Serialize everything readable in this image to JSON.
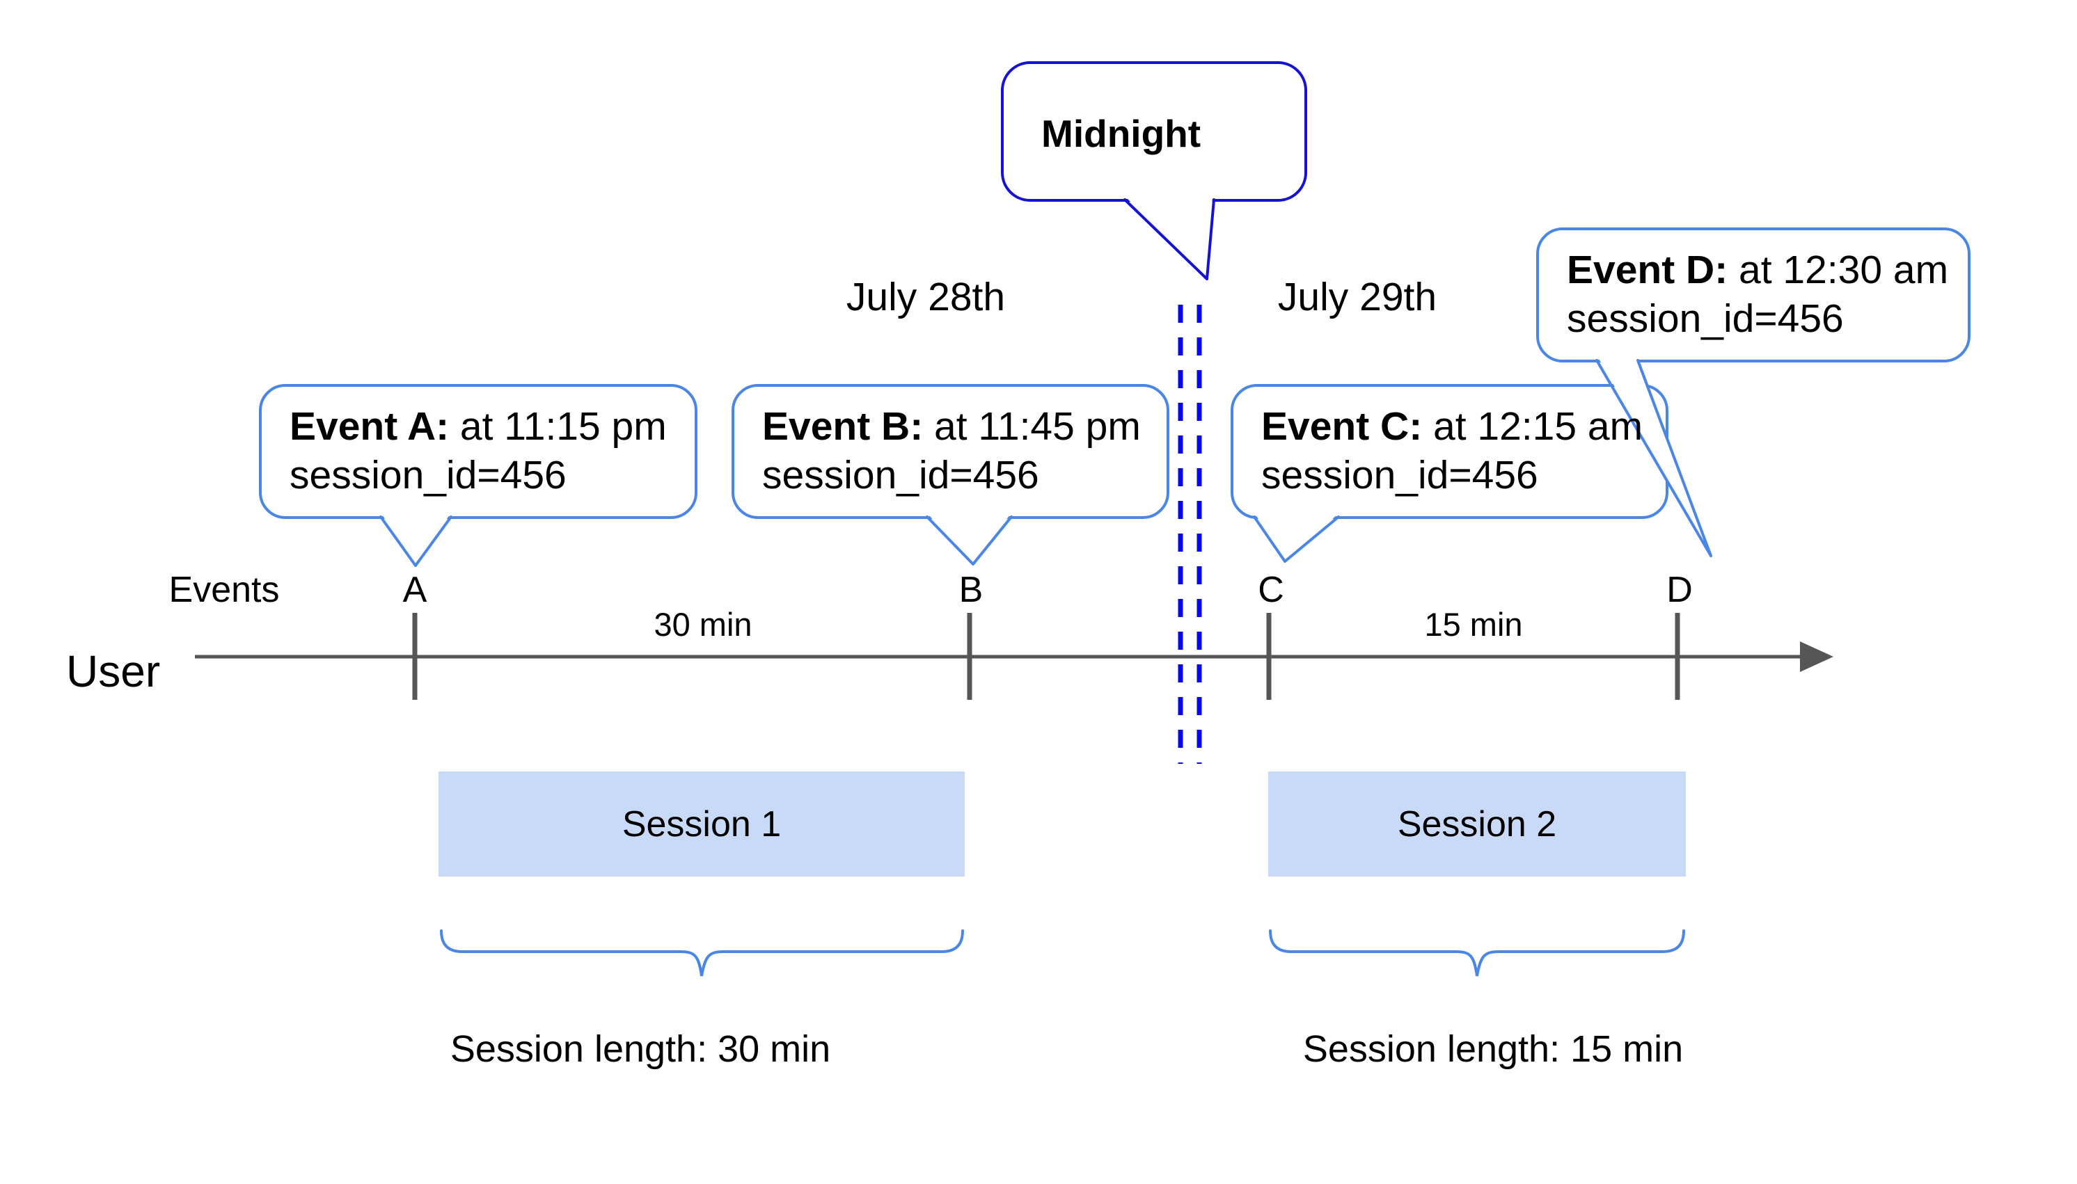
{
  "midnight": {
    "label": "Midnight"
  },
  "dates": {
    "before_midnight": "July 28th",
    "after_midnight": "July 29th"
  },
  "callouts": [
    {
      "event": "A",
      "title": "Event A:",
      "time": " at 11:15 pm",
      "session": "session_id=456"
    },
    {
      "event": "B",
      "title": "Event B:",
      "time": " at 11:45 pm",
      "session": "session_id=456"
    },
    {
      "event": "C",
      "title": "Event C:",
      "time": " at 12:15 am",
      "session": "session_id=456"
    },
    {
      "event": "D",
      "title": "Event D:",
      "time": " at 12:30 am",
      "session": "session_id=456"
    }
  ],
  "timeline": {
    "events_label": "Events",
    "user_label": "User",
    "tick_labels": [
      "A",
      "B",
      "C",
      "D"
    ],
    "intervals": [
      "30 min",
      "15 min"
    ]
  },
  "sessions": [
    {
      "name": "Session 1",
      "length": "Session length: 30 min"
    },
    {
      "name": "Session 2",
      "length": "Session length: 15 min"
    }
  ],
  "colors": {
    "callout_border": "#4a86e8",
    "midnight_border": "#1412d6",
    "dashed_line": "#0707ee",
    "axis": "#565656",
    "session_fill": "#c9daf8",
    "brace": "#4a86e8",
    "text": "#000000"
  }
}
